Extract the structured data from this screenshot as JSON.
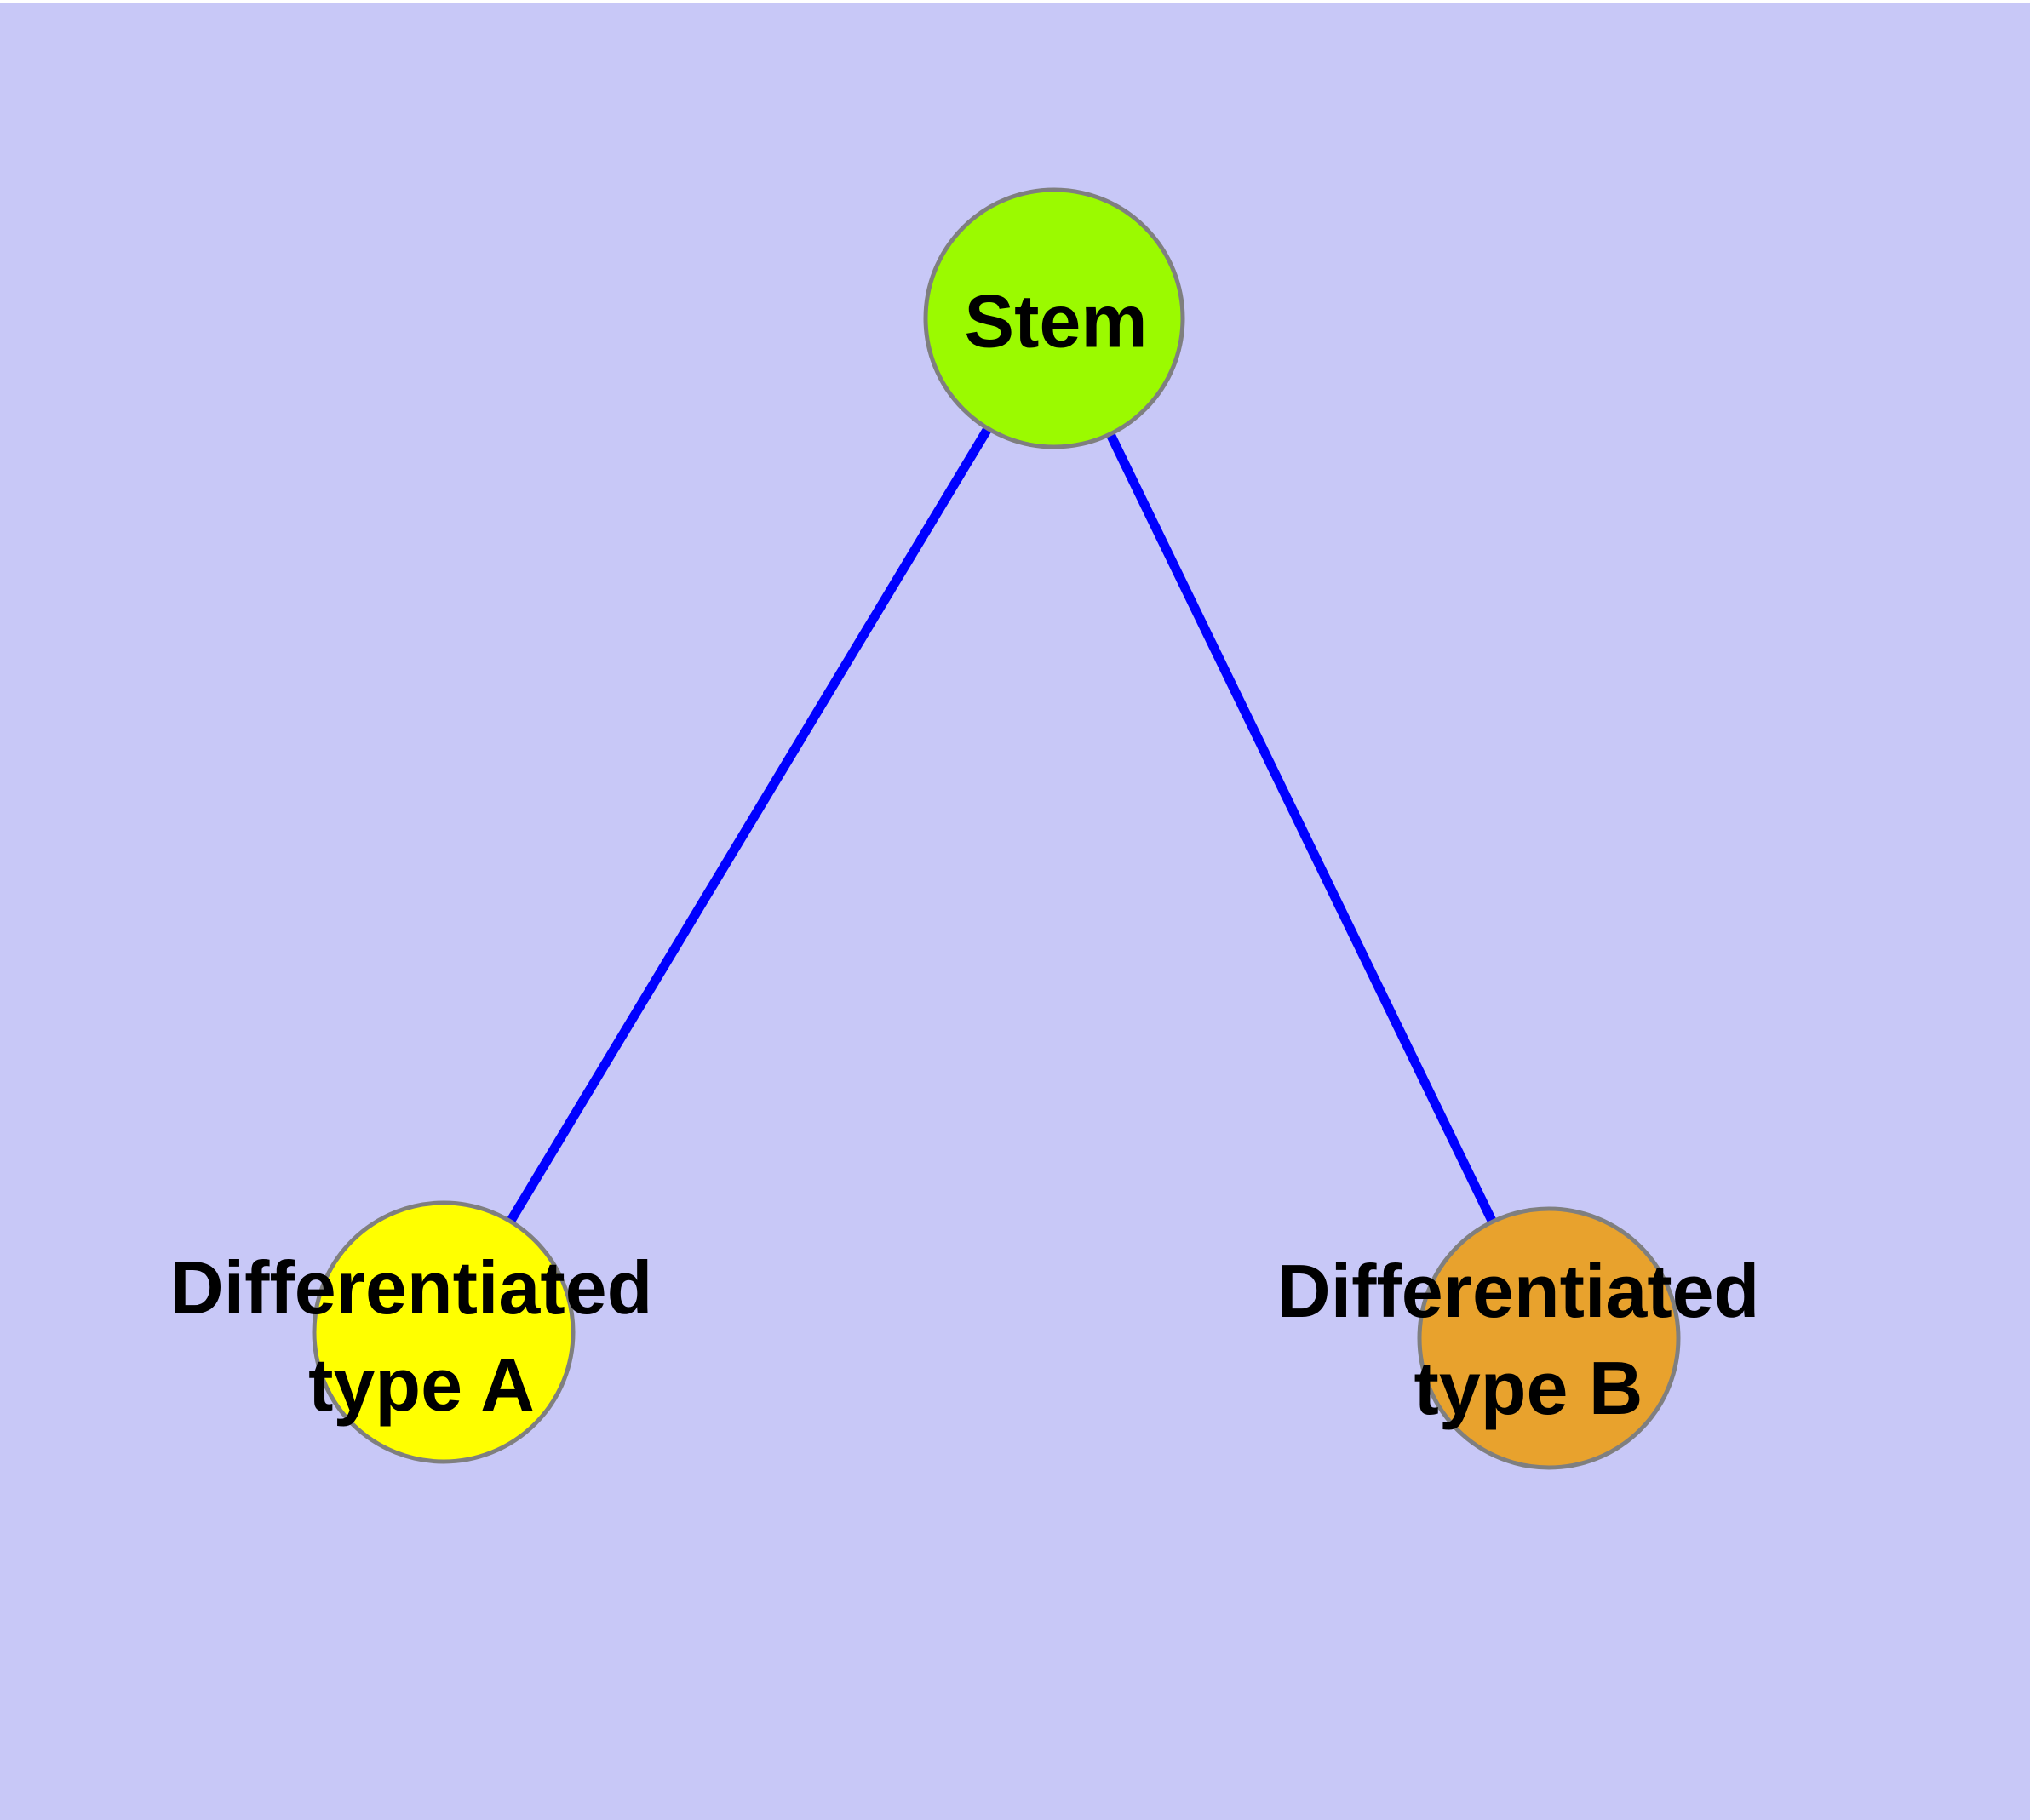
{
  "diagram": {
    "background_color": "#C8C8F7",
    "edge_color": "#0000FF",
    "node_border_color": "#7F7F7F",
    "label_color": "#000000",
    "nodes": {
      "stem": {
        "label": "Stem",
        "fill": "#9BFA00"
      },
      "type_a": {
        "label_line1": "Differentiated",
        "label_line2": "type A",
        "fill": "#FFFF00"
      },
      "type_b": {
        "label_line1": "Differentiated",
        "label_line2": "type B",
        "fill": "#E8A22D"
      }
    },
    "edges": [
      {
        "from": "Stem",
        "to": "Differentiated type A"
      },
      {
        "from": "Stem",
        "to": "Differentiated type B"
      }
    ]
  }
}
